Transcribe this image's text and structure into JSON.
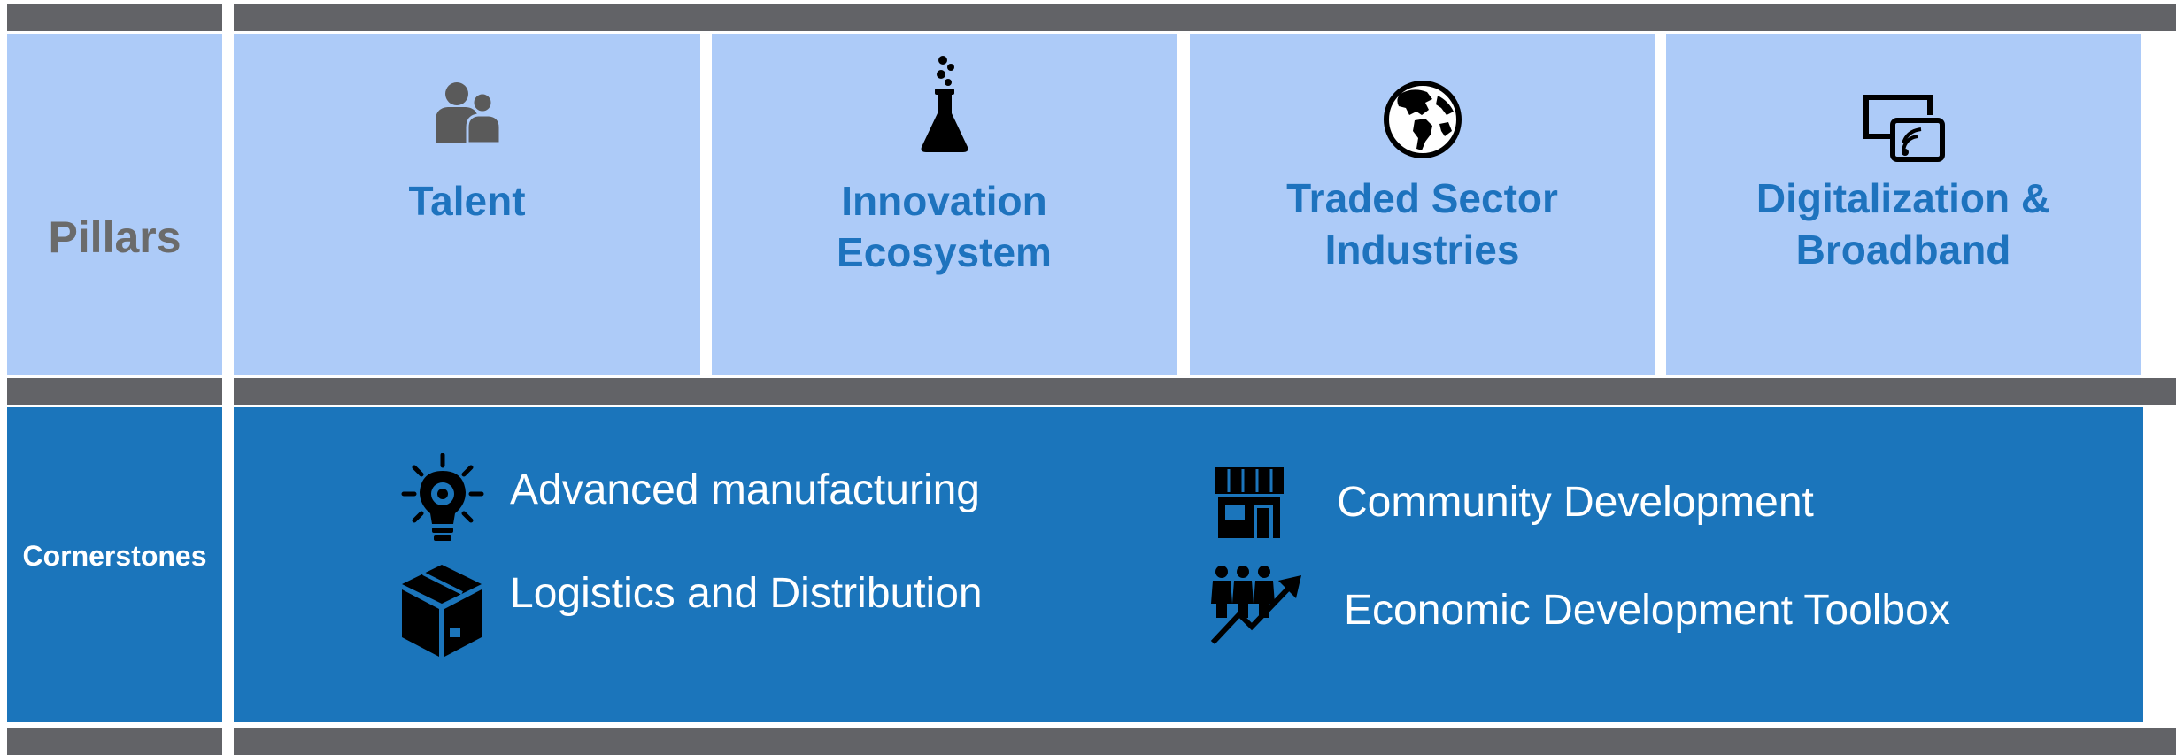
{
  "labels": {
    "pillars": "Pillars",
    "cornerstones": "Cornerstones"
  },
  "pillars": [
    {
      "title": "Talent",
      "icon": "people-icon"
    },
    {
      "title": "Innovation\nEcosystem",
      "icon": "flask-icon"
    },
    {
      "title": "Traded Sector\nIndustries",
      "icon": "globe-icon"
    },
    {
      "title": "Digitalization &\nBroadband",
      "icon": "screen-cast-icon"
    }
  ],
  "cornerstones": [
    {
      "label": "Advanced manufacturing",
      "icon": "lightbulb-gear-icon"
    },
    {
      "label": "Logistics and Distribution",
      "icon": "box-icon"
    },
    {
      "label": "Community Development",
      "icon": "storefront-icon"
    },
    {
      "label": "Economic Development Toolbox",
      "icon": "people-growth-icon"
    }
  ],
  "colors": {
    "bar": "#626367",
    "pillar_bg": "#adcbf8",
    "pillar_text": "#1e73be",
    "cornerstone_bg": "#1b75bb",
    "cornerstone_text": "#ffffff",
    "label_grey": "#6b6b6b"
  }
}
